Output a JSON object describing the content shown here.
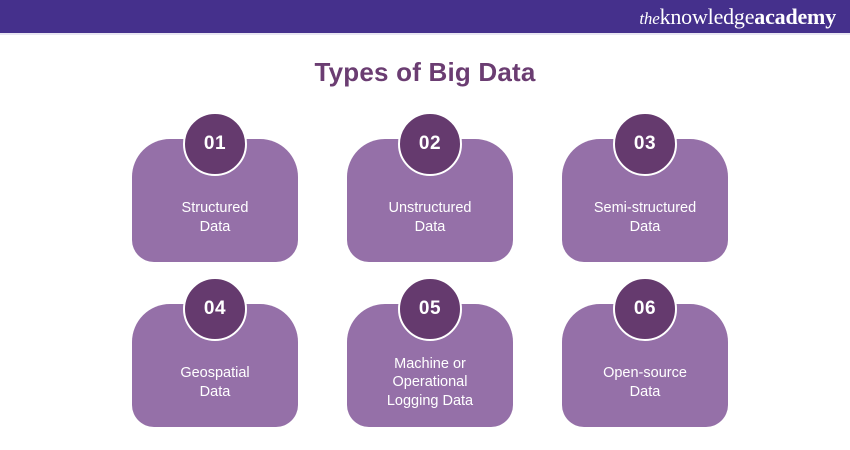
{
  "header": {
    "brand": {
      "prefix": "the",
      "middle": "knowledge",
      "suffix": "academy"
    },
    "bar_color": "#45308C"
  },
  "title": "Types of Big Data",
  "theme": {
    "title_color": "#6B3D72",
    "card_color": "#9570A8",
    "badge_color": "#653A6E",
    "badge_ring_color": "#FFFFFF",
    "label_color": "#FFFFFF",
    "background": "#FFFFFF"
  },
  "cards": [
    {
      "number": "01",
      "label": "Structured\nData"
    },
    {
      "number": "02",
      "label": "Unstructured\nData"
    },
    {
      "number": "03",
      "label": "Semi-structured\nData"
    },
    {
      "number": "04",
      "label": "Geospatial\nData"
    },
    {
      "number": "05",
      "label": "Machine or\nOperational\nLogging Data"
    },
    {
      "number": "06",
      "label": "Open-source\nData"
    }
  ]
}
